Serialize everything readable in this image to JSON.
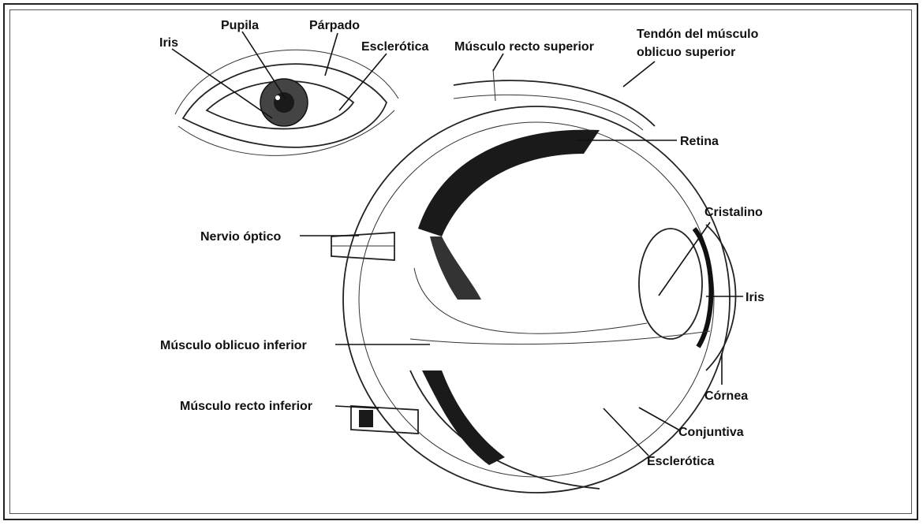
{
  "labels": {
    "small_iris": "Iris",
    "pupila": "Pupila",
    "parpado": "Párpado",
    "esclerotica_top": "Esclerótica",
    "musculo_recto_superior": "Músculo recto superior",
    "tendon_line1": "Tendón del músculo",
    "tendon_line2": "oblicuo superior",
    "retina": "Retina",
    "cristalino": "Cristalino",
    "nervio_optico": "Nervio óptico",
    "iris": "Iris",
    "musculo_oblicuo_inferior": "Músculo oblicuo inferior",
    "cornea": "Córnea",
    "musculo_recto_inferior": "Músculo recto inferior",
    "conjuntiva": "Conjuntiva",
    "esclerotica_bottom": "Esclerótica"
  },
  "colors": {
    "ink": "#111111",
    "background": "#ffffff",
    "shading": "#1a1a1a"
  }
}
